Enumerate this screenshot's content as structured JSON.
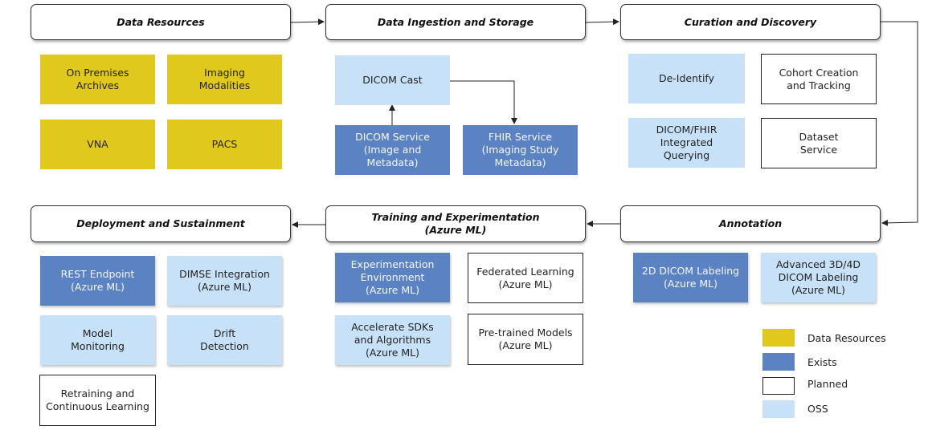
{
  "headers": {
    "data_resources": "Data Resources",
    "ingestion": "Data Ingestion  and Storage",
    "curation": "Curation and Discovery",
    "deployment": "Deployment and Sustainment",
    "training": "Training and Experimentation\n(Azure ML)",
    "annotation": "Annotation"
  },
  "data_resources": {
    "on_prem": "On Premises\nArchives",
    "imaging": "Imaging\nModalities",
    "vna": "VNA",
    "pacs": "PACS"
  },
  "ingestion": {
    "dicom_cast": "DICOM Cast",
    "dicom_service": "DICOM Service\n(Image and\nMetadata)",
    "fhir_service": "FHIR Service\n(Imaging Study\nMetadata)"
  },
  "curation": {
    "deidentify": "De-Identify",
    "cohort": "Cohort Creation\nand Tracking",
    "querying": "DICOM/FHIR\nIntegrated\nQuerying",
    "dataset": "Dataset\nService"
  },
  "deployment": {
    "rest": "REST Endpoint\n(Azure ML)",
    "dimse": "DIMSE Integration\n(Azure ML)",
    "monitoring": "Model\nMonitoring",
    "drift": "Drift\nDetection",
    "retraining": "Retraining and\nContinuous Learning"
  },
  "training": {
    "experimentation": "Experimentation\nEnvironment\n(Azure ML)",
    "federated": "Federated Learning\n(Azure ML)",
    "sdks": "Accelerate SDKs\nand Algorithms\n(Azure ML)",
    "pretrained": "Pre-trained Models\n(Azure ML)"
  },
  "annotation": {
    "labeling_2d": "2D DICOM Labeling\n(Azure ML)",
    "labeling_3d": "Advanced 3D/4D\nDICOM Labeling\n(Azure ML)"
  },
  "legend": [
    {
      "label": "Data Resources",
      "color": "#e0c91c",
      "style": "fill"
    },
    {
      "label": "Exists",
      "color": "#5b82c3",
      "style": "fill"
    },
    {
      "label": "Planned",
      "color": "#ffffff",
      "style": "outline"
    },
    {
      "label": "OSS",
      "color": "#c7e2f8",
      "style": "fill"
    }
  ],
  "colors": {
    "data_resources": "#e0c91c",
    "exists": "#5b82c3",
    "planned": "#ffffff",
    "oss": "#c7e2f8",
    "line": "#222222"
  }
}
